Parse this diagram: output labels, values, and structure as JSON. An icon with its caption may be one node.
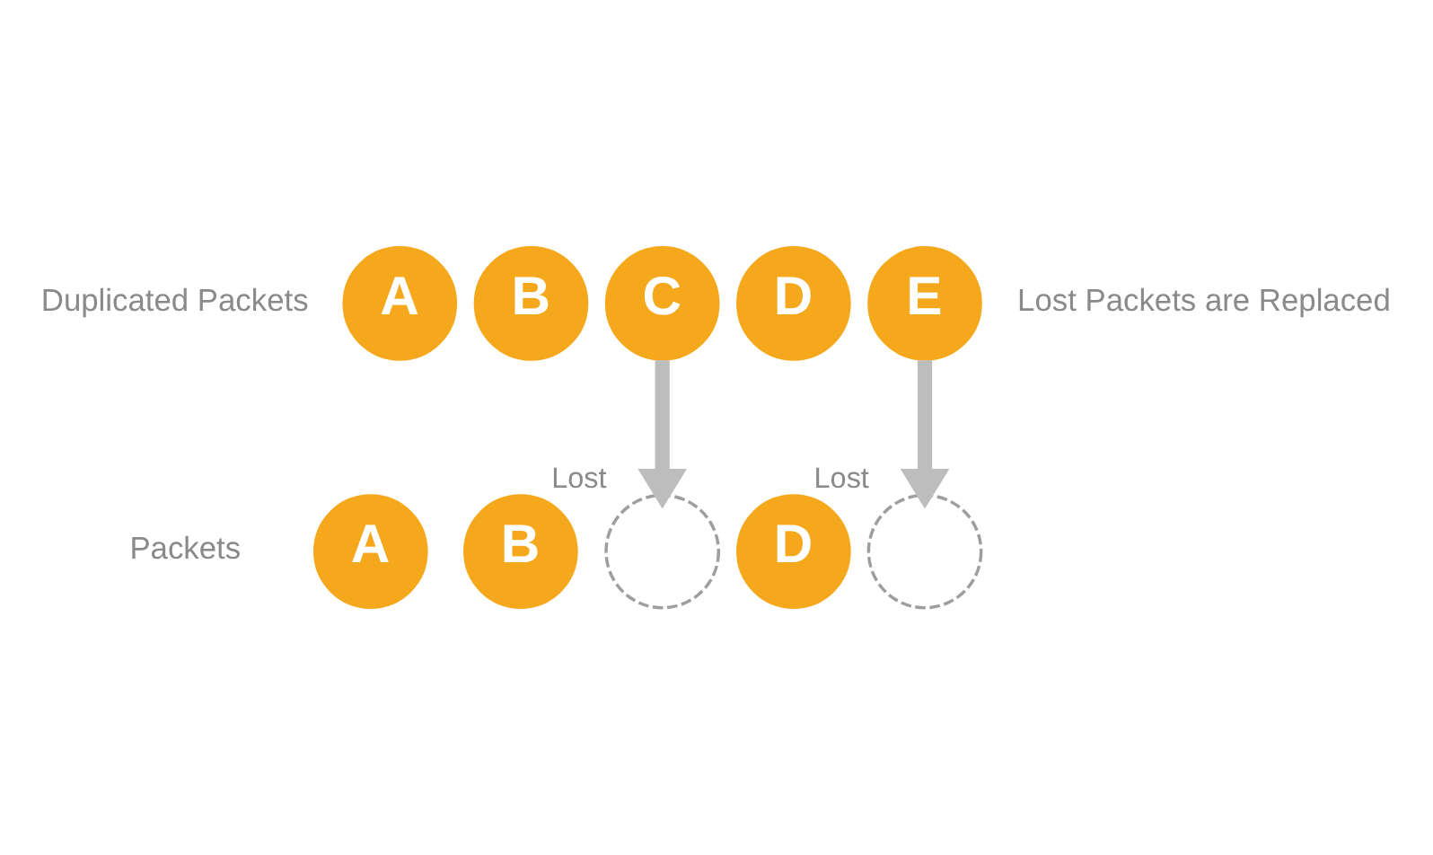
{
  "diagram": {
    "nodes": [
      {
        "text": [
          "A"
        ]
      },
      {
        "text": [
          "B"
        ]
      },
      {
        "text": [
          "C"
        ]
      },
      {
        "text": [
          "D"
        ]
      },
      {
        "text": [
          "E"
        ]
      },
      {
        "text": [
          "A"
        ]
      },
      {
        "text": [
          "B"
        ]
      },
      {
        "text": [],
        "shape": "circle",
        "beside": [
          "Lost"
        ]
      },
      {
        "text": [
          "D"
        ]
      },
      {
        "text": [],
        "shape": "circle",
        "beside": [
          "Lost"
        ]
      }
    ],
    "edges": [
      {
        "from": 2,
        "to": 7,
        "arrow": "to"
      },
      {
        "from": 4,
        "to": 9,
        "arrow": "to"
      }
    ],
    "labels": [
      "Duplicated Packets",
      "Packets",
      "Lost Packets are Replaced"
    ]
  }
}
